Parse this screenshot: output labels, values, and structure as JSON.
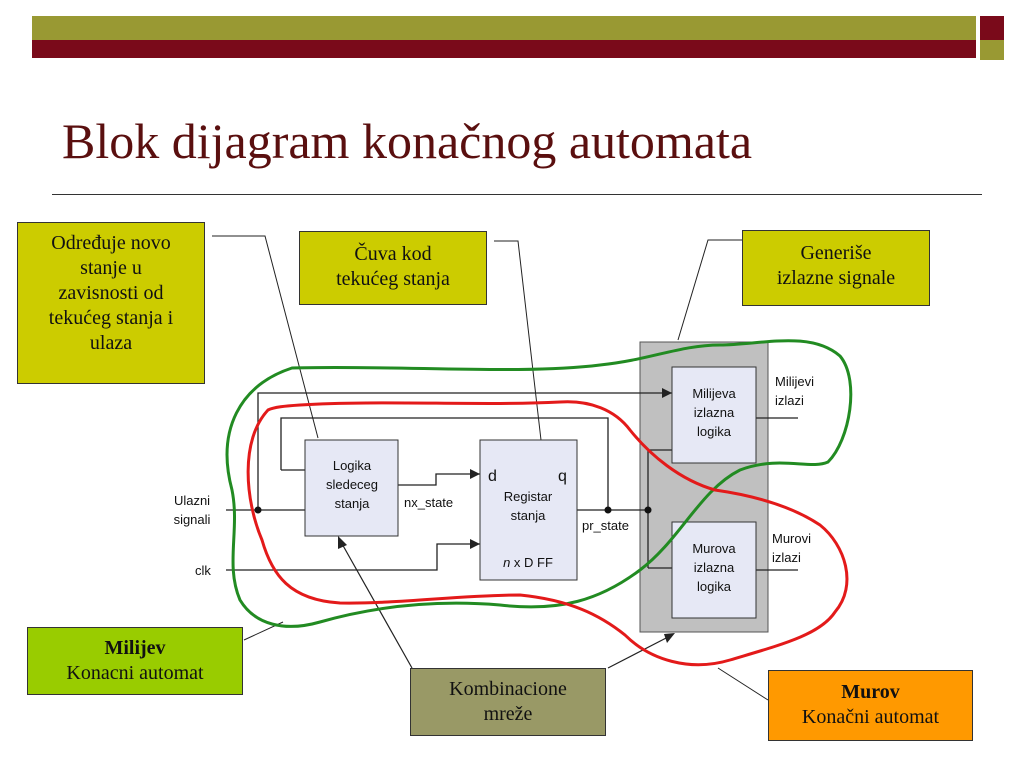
{
  "title": "Blok dijagram konačnog automata",
  "colors": {
    "olive_bar": "#999933",
    "maroon_bar": "#7a0a1a",
    "title": "#5a0f0f",
    "callout_yellow": "#cccc00",
    "callout_green": "#99cc00",
    "callout_orange": "#ff9900",
    "callout_gray": "#999966",
    "mealy_curve": "#228b22",
    "moore_curve": "#e31a1a",
    "output_panel": "#c0c0c0",
    "block_fill": "#e6e8f5"
  },
  "callouts": {
    "next_state": [
      "Određuje novo",
      "stanje u",
      "zavisnosti od",
      "tekućeg stanja i",
      "ulaza"
    ],
    "state_register": [
      "Čuva kod",
      "tekućeg stanja"
    ],
    "outputs": [
      "Generiše",
      "izlazne signale"
    ],
    "mealy": {
      "title": "Milijev",
      "subtitle": "Konacni automat"
    },
    "moore": {
      "title": "Murov",
      "subtitle": "Konačni automat"
    },
    "combinational": [
      "Kombinacione",
      "mreže"
    ]
  },
  "blocks": {
    "next_state_logic": [
      "Logika",
      "sledeceg",
      "stanja"
    ],
    "register": {
      "d": "d",
      "q": "q",
      "lines": [
        "Registar",
        "stanja"
      ],
      "n": "n",
      "ff": " x D FF"
    },
    "mealy_logic": [
      "Milijeva",
      "izlazna",
      "logika"
    ],
    "moore_logic": [
      "Murova",
      "izlazna",
      "logika"
    ]
  },
  "signals": {
    "inputs": [
      "Ulazni",
      "signali"
    ],
    "clk": "clk",
    "nx_state": "nx_state",
    "pr_state": "pr_state",
    "mealy_out": [
      "Milijevi",
      "izlazi"
    ],
    "moore_out": [
      "Murovi",
      "izlazi"
    ]
  }
}
